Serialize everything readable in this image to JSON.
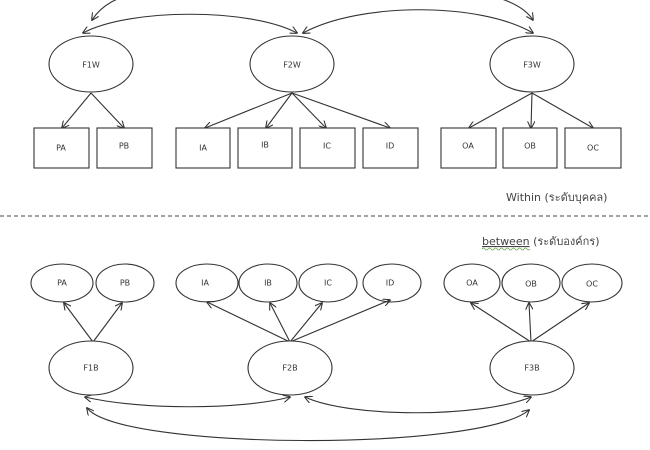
{
  "within": {
    "label": "Within (ระดับบุคคล)",
    "factors": [
      "F1W",
      "F2W",
      "F3W"
    ],
    "indicators": [
      "PA",
      "PB",
      "IA",
      "IB",
      "IC",
      "ID",
      "OA",
      "OB",
      "OC"
    ]
  },
  "between": {
    "label_word": "between",
    "label_rest": " (ระดับองค์กร)",
    "factors": [
      "F1B",
      "F2B",
      "F3B"
    ],
    "indicators": [
      "PA",
      "PB",
      "IA",
      "IB",
      "IC",
      "ID",
      "OA",
      "OB",
      "OC"
    ]
  }
}
